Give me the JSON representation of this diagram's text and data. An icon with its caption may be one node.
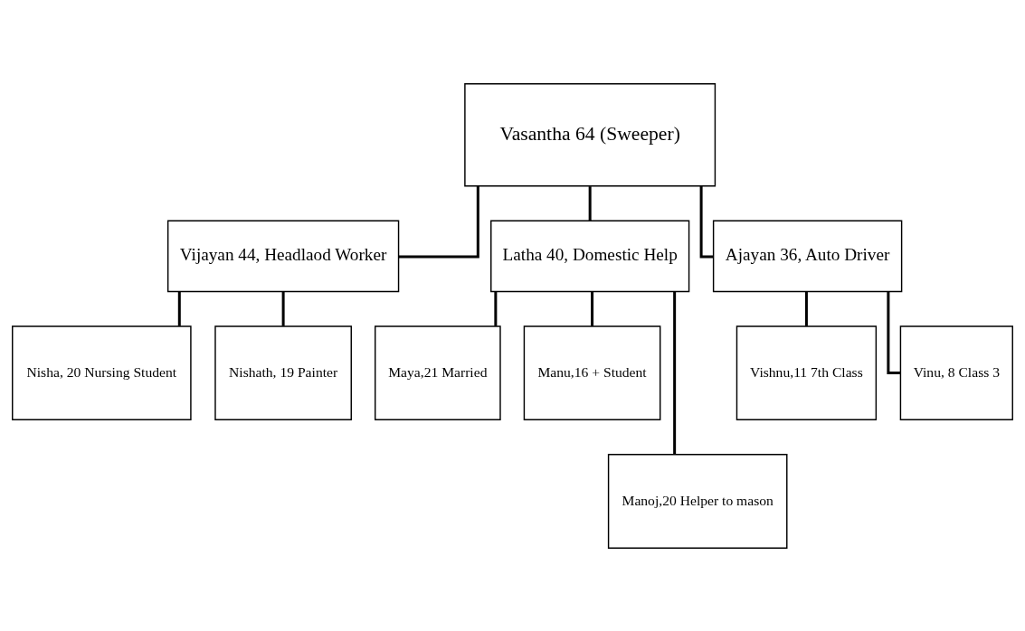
{
  "diagram": {
    "nodes": [
      {
        "text": [
          "Vasantha 64 (Sweeper)"
        ]
      },
      {
        "text": [
          "Vijayan 44, Headlaod Worker"
        ]
      },
      {
        "text": [
          "Latha 40, Domestic Help"
        ]
      },
      {
        "text": [
          "Ajayan 36, Auto Driver"
        ]
      },
      {
        "text": [
          "Nisha, 20 Nursing Student"
        ]
      },
      {
        "text": [
          "Nishath, 19 Painter"
        ]
      },
      {
        "text": [
          "Maya,21 Married"
        ]
      },
      {
        "text": [
          "Manu,16 + Student"
        ]
      },
      {
        "text": [
          "Manoj,20 Helper to mason"
        ]
      },
      {
        "text": [
          "Vishnu,11 7th Class"
        ]
      },
      {
        "text": [
          "Vinu, 8 Class 3"
        ]
      }
    ],
    "edges": [
      {
        "from": 0,
        "to": 1,
        "arrow": "none"
      },
      {
        "from": 0,
        "to": 2,
        "arrow": "none"
      },
      {
        "from": 0,
        "to": 3,
        "arrow": "none"
      },
      {
        "from": 1,
        "to": 4,
        "arrow": "none"
      },
      {
        "from": 1,
        "to": 5,
        "arrow": "none"
      },
      {
        "from": 2,
        "to": 6,
        "arrow": "none"
      },
      {
        "from": 2,
        "to": 7,
        "arrow": "none"
      },
      {
        "from": 2,
        "to": 8,
        "arrow": "none"
      },
      {
        "from": 3,
        "to": 9,
        "arrow": "none"
      },
      {
        "from": 3,
        "to": 10,
        "arrow": "none"
      }
    ]
  }
}
